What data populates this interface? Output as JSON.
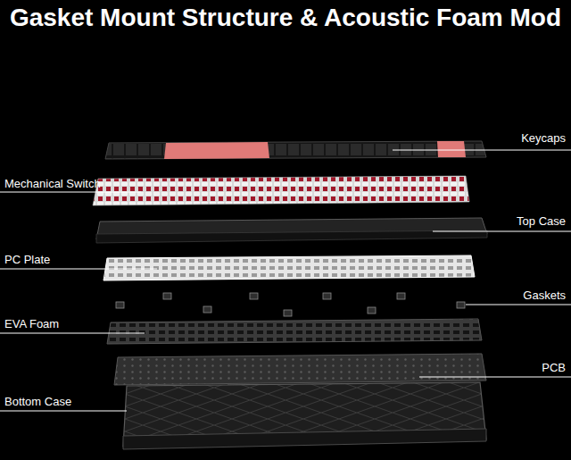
{
  "diagram": {
    "title": "Gasket Mount Structure & Acoustic Foam Mod",
    "labels": [
      "Keycaps",
      "Mechanical Switch",
      "Top Case",
      "PC Plate",
      "Gaskets",
      "EVA Foam",
      "PCB",
      "Bottom Case"
    ]
  }
}
